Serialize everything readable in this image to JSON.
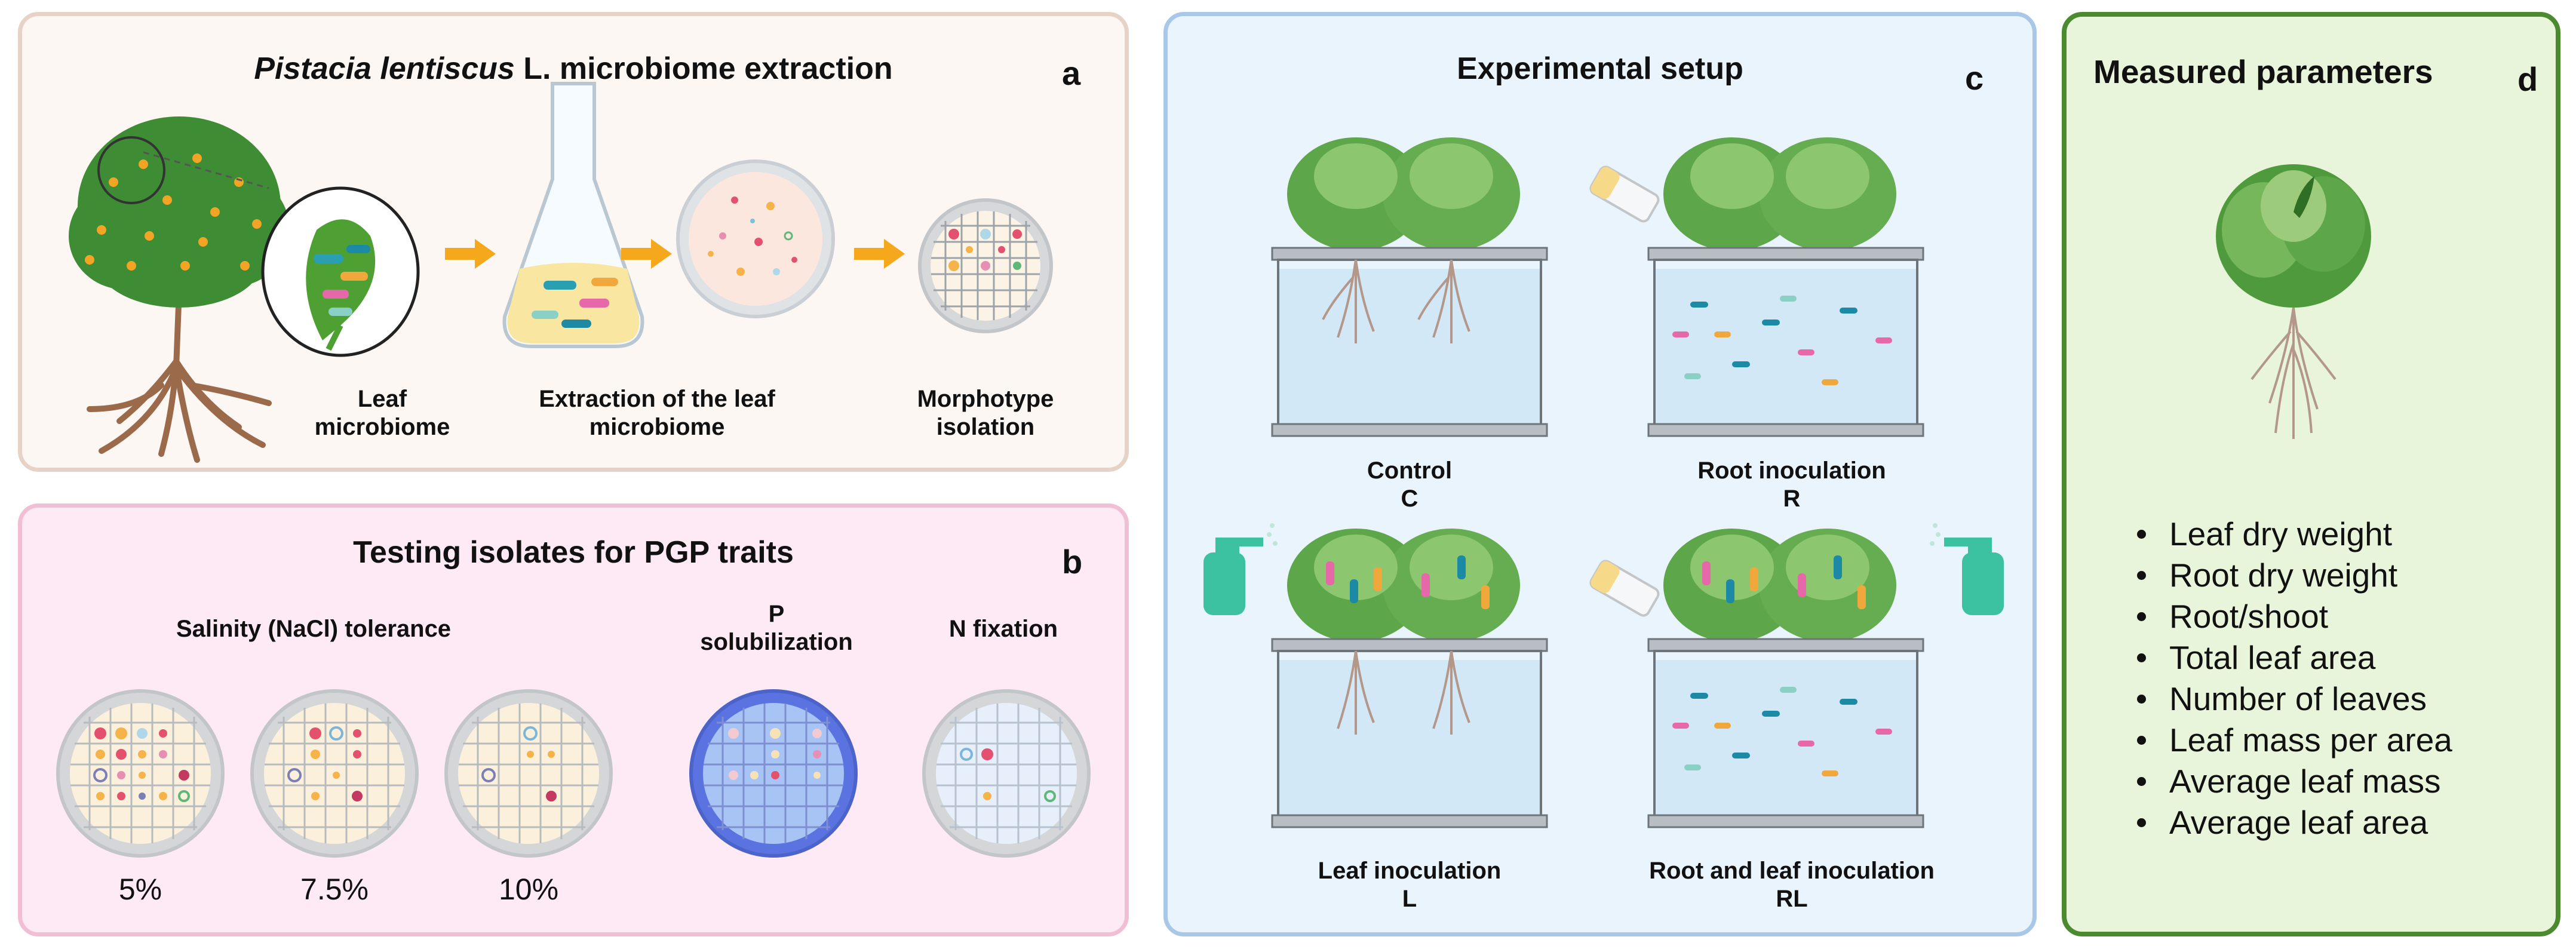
{
  "panel_a": {
    "title_italic": "Pistacia lentiscus",
    "title_rest": " L. microbiome extraction",
    "letter": "a",
    "labels": {
      "leaf_line1": "Leaf",
      "leaf_line2": "microbiome",
      "extraction_line1": "Extraction of the leaf",
      "extraction_line2": "microbiome",
      "morphotype_line1": "Morphotype",
      "morphotype_line2": "isolation"
    }
  },
  "panel_b": {
    "title": "Testing isolates for PGP traits",
    "letter": "b",
    "salinity_label": "Salinity (NaCl) tolerance",
    "p_label_line1": "P",
    "p_label_line2": "solubilization",
    "n_label": "N fixation",
    "concentrations": [
      "5%",
      "7.5%",
      "10%"
    ]
  },
  "panel_c": {
    "title": "Experimental setup",
    "letter": "c",
    "treatments": [
      {
        "name": "Control",
        "code": "C"
      },
      {
        "name": "Root inoculation",
        "code": "R"
      },
      {
        "name": "Leaf inoculation",
        "code": "L"
      },
      {
        "name": "Root and leaf inoculation",
        "code": "RL"
      }
    ]
  },
  "panel_d": {
    "title": "Measured parameters",
    "letter": "d",
    "parameters": [
      "Leaf dry weight",
      "Root dry weight",
      "Root/shoot",
      "Total leaf area",
      "Number of leaves",
      "Leaf mass per area",
      "Average leaf mass",
      "Average leaf area"
    ]
  },
  "colors": {
    "panel_a_border": "#e6d3c6",
    "panel_b_border": "#f1bfd5",
    "panel_c_border": "#a9c7e6",
    "panel_d_border": "#4c8a2f",
    "arrow": "#f5a81c",
    "lettuce": "#3f8e2c",
    "root": "#b98f77",
    "sprayer": "#3cc2a0"
  }
}
